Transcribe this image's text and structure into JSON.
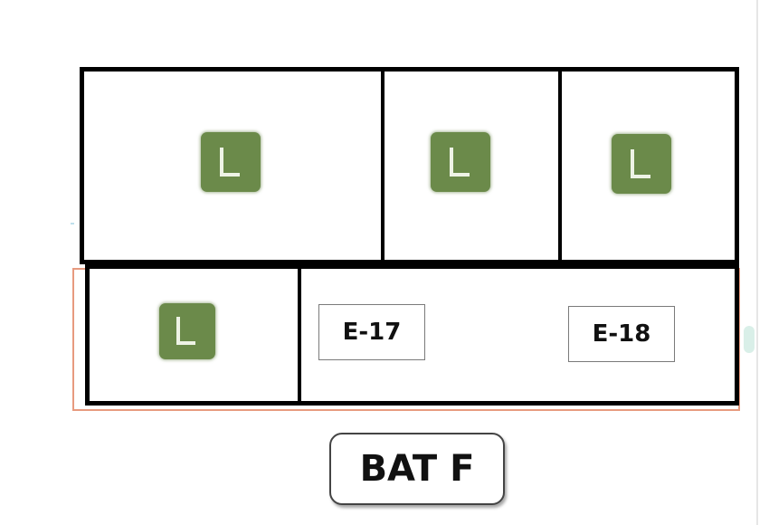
{
  "lots": [
    {
      "label": "L"
    },
    {
      "label": "L"
    },
    {
      "label": "L"
    },
    {
      "label": "L"
    }
  ],
  "cells": [
    {
      "label": "E-17"
    },
    {
      "label": "E-18"
    }
  ],
  "building": {
    "label": "BAT F"
  },
  "colors": {
    "lot_fill": "#6b8a4a",
    "outline": "#000000",
    "underlay_border": "#e79a7f"
  },
  "icons": {
    "lot": "parking-l-icon"
  }
}
